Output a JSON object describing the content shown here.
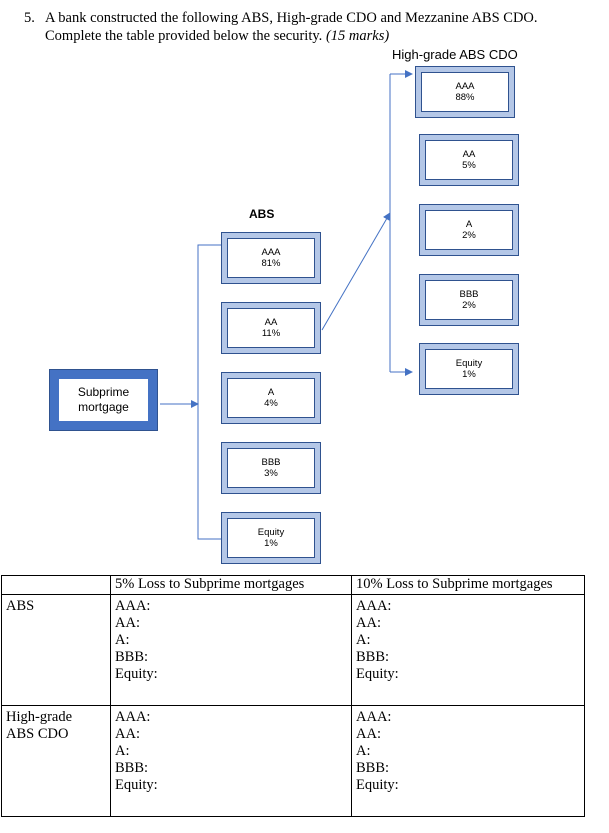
{
  "question": {
    "number": "5.",
    "line1": "A bank constructed the following ABS, High-grade CDO and Mezzanine ABS CDO.",
    "line2": "Complete the table provided below the security.",
    "marks": "(15 marks)"
  },
  "diagram": {
    "cdo_label": "High-grade ABS CDO",
    "abs_label": "ABS",
    "subprime": {
      "line1": "Subprime",
      "line2": "mortgage"
    },
    "abs_tranches": [
      {
        "name": "AAA",
        "pct": "81%"
      },
      {
        "name": "AA",
        "pct": "11%"
      },
      {
        "name": "A",
        "pct": "4%"
      },
      {
        "name": "BBB",
        "pct": "3%"
      },
      {
        "name": "Equity",
        "pct": "1%"
      }
    ],
    "cdo_tranches": [
      {
        "name": "AAA",
        "pct": "88%"
      },
      {
        "name": "AA",
        "pct": "5%"
      },
      {
        "name": "A",
        "pct": "2%"
      },
      {
        "name": "BBB",
        "pct": "2%"
      },
      {
        "name": "Equity",
        "pct": "1%"
      }
    ],
    "colors": {
      "tranche_fill": "#b4c7e7",
      "border": "#2f528f",
      "subprime_fill": "#4472c4",
      "arrow": "#4472c4"
    }
  },
  "table": {
    "headers": [
      "",
      "5% Loss to Subprime mortgages",
      "10% Loss to Subprime mortgages"
    ],
    "rows": [
      {
        "label": "ABS",
        "col1": [
          "AAA:",
          "AA:",
          "A:",
          "BBB:",
          "Equity:"
        ],
        "col2": [
          "AAA:",
          "AA:",
          "A:",
          "BBB:",
          "Equity:"
        ]
      },
      {
        "label_line1": "High-grade",
        "label_line2": "ABS CDO",
        "col1": [
          "AAA:",
          "AA:",
          "A:",
          "BBB:",
          "Equity:"
        ],
        "col2": [
          "AAA:",
          "AA:",
          "A:",
          "BBB:",
          "Equity:"
        ]
      }
    ]
  }
}
